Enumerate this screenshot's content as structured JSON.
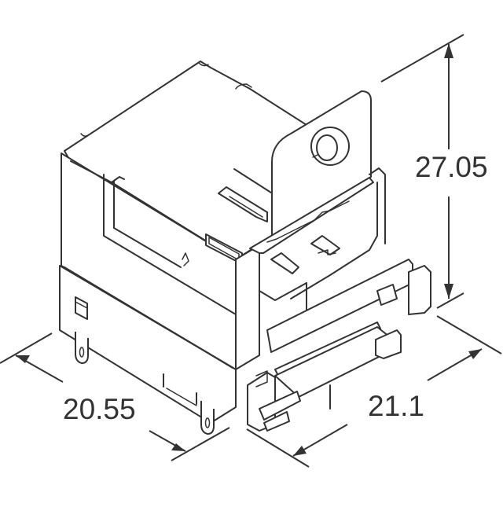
{
  "figure": {
    "type": "isometric mechanical dimension drawing",
    "subject": "relay socket with retaining clip",
    "line_color": "#333333",
    "background": "#ffffff"
  },
  "dimensions": {
    "height": {
      "value": "27.05",
      "axis": "vertical"
    },
    "depth": {
      "value": "20.55",
      "axis": "left-diagonal"
    },
    "width": {
      "value": "21.1",
      "axis": "right-diagonal"
    }
  }
}
